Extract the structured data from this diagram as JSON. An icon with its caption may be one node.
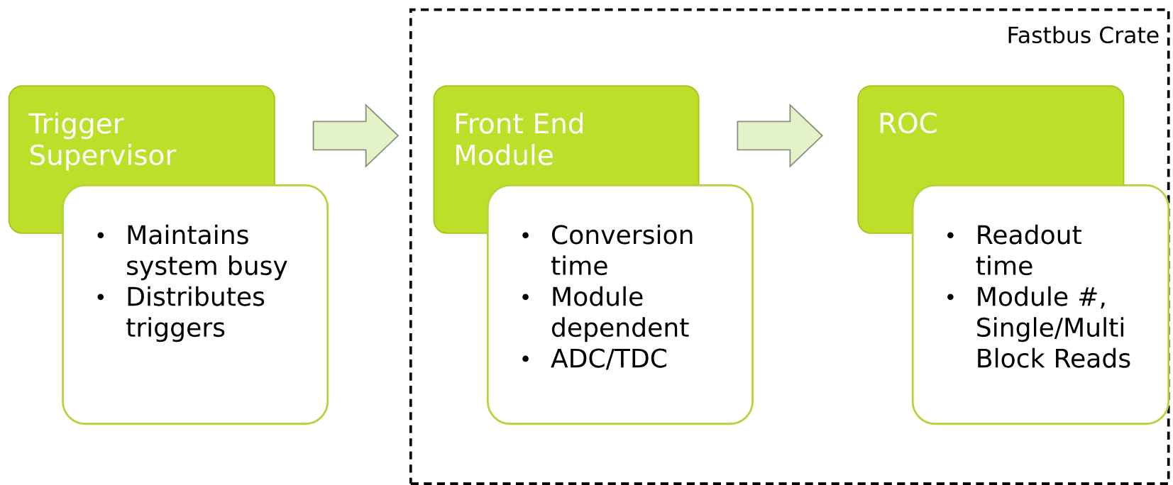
{
  "diagram": {
    "nodes": [
      {
        "text": [
          "Fastbus Crate"
        ]
      },
      {
        "text": [
          "Trigger Supervisor"
        ]
      },
      {
        "text": [
          "Maintains system busy",
          "Distributes triggers"
        ]
      },
      {
        "text": [
          "Front End Module"
        ],
        "in": 0
      },
      {
        "text": [
          "Conversion time",
          "Module dependent",
          "ADC/TDC"
        ],
        "in": 0
      },
      {
        "text": [
          "ROC"
        ],
        "in": 0
      },
      {
        "text": [
          "Readout time",
          "Module #, Single/Multi Block Reads"
        ],
        "in": 0
      }
    ],
    "edges": [
      {
        "from": 1,
        "to": 3,
        "arrow": "to"
      },
      {
        "from": 3,
        "to": 5,
        "arrow": "to"
      }
    ]
  }
}
